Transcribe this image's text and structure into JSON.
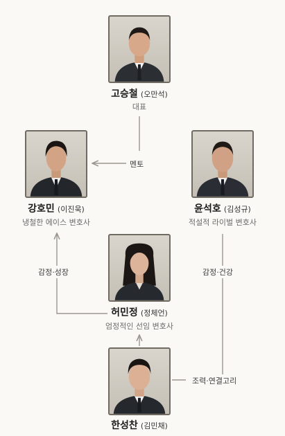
{
  "characters": {
    "ceo": {
      "name": "고승철",
      "actor": "(오만석)",
      "role": "대표"
    },
    "kang": {
      "name": "강호민",
      "actor": "(이진욱)",
      "role": "냉철한 에이스 변호사"
    },
    "yoon": {
      "name": "윤석호",
      "actor": "(김성규)",
      "role": "적설적 라이벌 변호사"
    },
    "heo": {
      "name": "허민정",
      "actor": "(정체언)",
      "role": "엄정적인 선임 변호사"
    },
    "han": {
      "name": "한성찬",
      "actor": "(김민채)",
      "role": ""
    }
  },
  "relations": {
    "mentor": "멘토",
    "growth": "감정·성장",
    "conflict": "감정·건강",
    "link": "조력·연결고리"
  },
  "colors": {
    "line": "#9a968f",
    "background": "#fbf9f5"
  }
}
